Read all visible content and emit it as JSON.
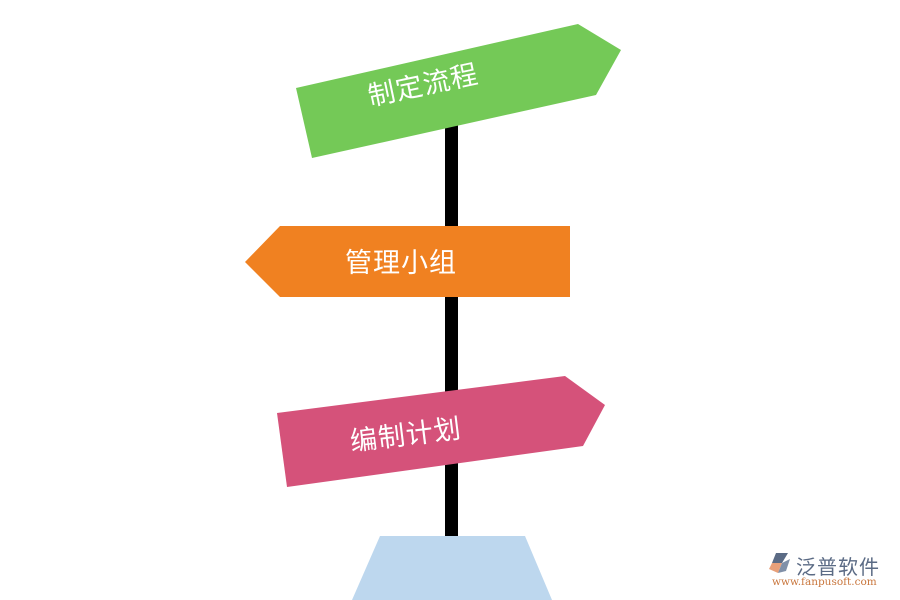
{
  "signpost": {
    "signs": [
      {
        "label": "制定流程",
        "direction": "right",
        "color": "#74c957"
      },
      {
        "label": "管理小组",
        "direction": "left",
        "color": "#f08121"
      },
      {
        "label": "编制计划",
        "direction": "right",
        "color": "#d5527a"
      }
    ],
    "pole_color": "#000000",
    "base_color": "#bdd7ee"
  },
  "logo": {
    "icon": "fanpu-logo-icon",
    "name": "泛普软件",
    "url": "www.fanpusoft.com"
  }
}
